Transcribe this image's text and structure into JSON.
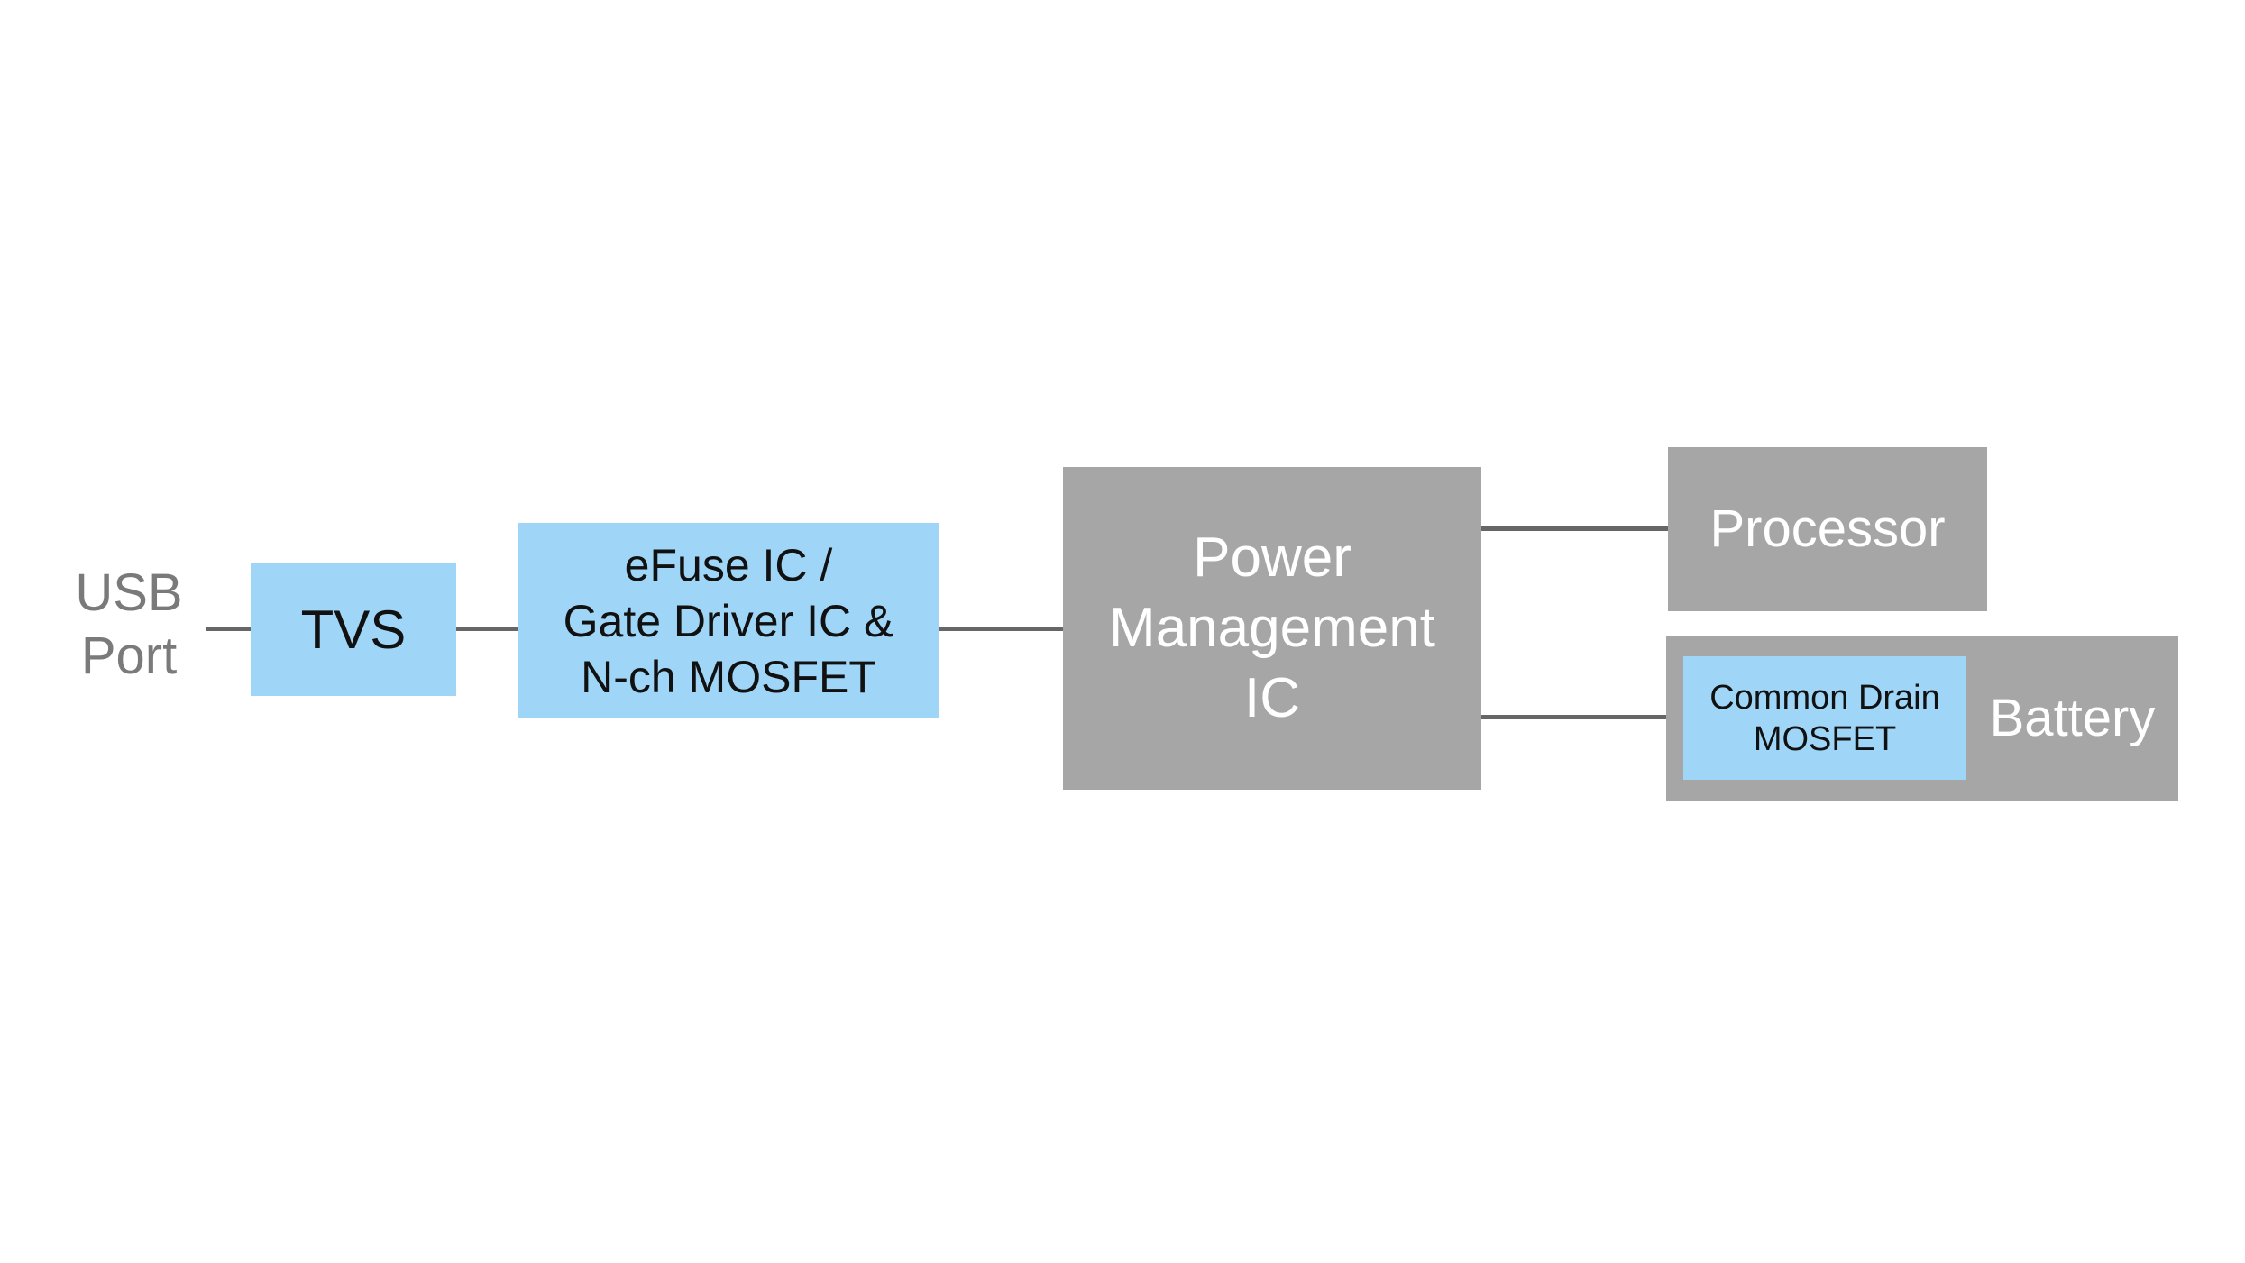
{
  "diagram": {
    "usb_port_label": "USB\nPort",
    "tvs_label": "TVS",
    "efuse_label": "eFuse IC /\nGate Driver IC &\nN-ch MOSFET",
    "pmic_label": "Power\nManagement\nIC",
    "processor_label": "Processor",
    "battery_label": "Battery",
    "common_drain_label": "Common Drain\nMOSFET"
  },
  "colors": {
    "blue_box": "#9fd6f8",
    "gray_box": "#a6a6a6",
    "line": "#666666",
    "usb_text": "#7a7a7a"
  }
}
